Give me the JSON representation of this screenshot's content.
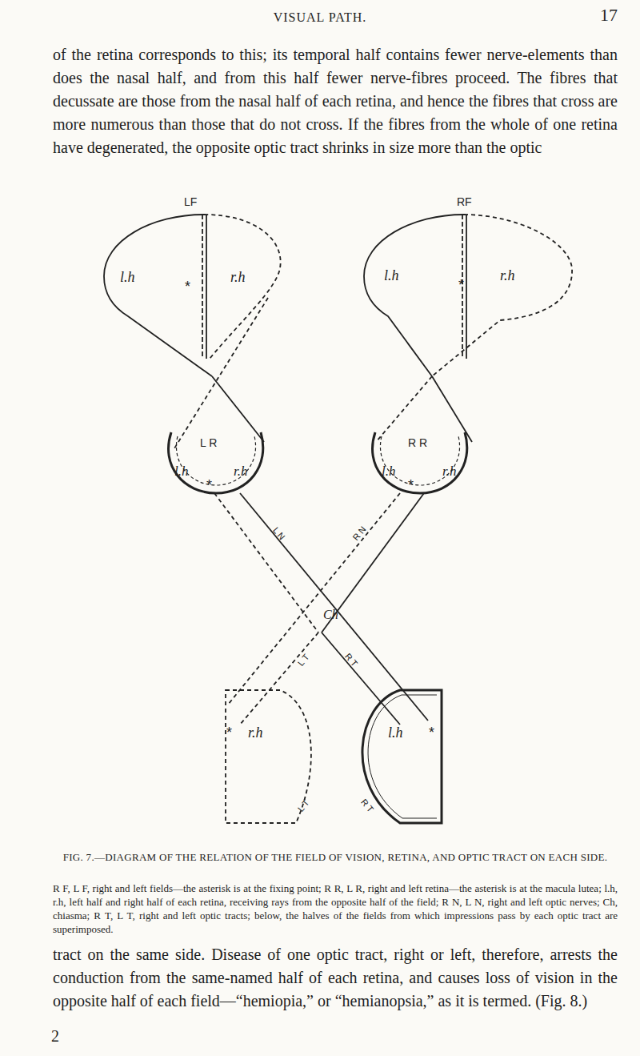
{
  "diagram": {
    "caption": "FIG. 7.—DIAGRAM OF THE RELATION OF THE FIELD OF VISION, RETINA, AND OPTIC TRACT ON EACH SIDE.",
    "nodes": [
      {
        "text": [
          "LF",
          "l.h",
          "r.h"
        ]
      },
      {
        "text": [
          "RF",
          "l.h",
          "r.h"
        ]
      },
      {
        "text": [
          "L R",
          "l.h",
          "r.h"
        ]
      },
      {
        "text": [
          "R R",
          "l.h",
          "r.h"
        ]
      },
      {
        "text": [
          "r.h"
        ]
      },
      {
        "text": [
          "l.h"
        ]
      }
    ],
    "labels": [
      "VISUAL PATH.",
      "17",
      "of the retina corresponds to this; its temporal half contains fewer nerve-elements than does the nasal half, and from this half fewer nerve-fibres proceed. The fibres that decussate are those from the nasal half of each retina, and hence the fibres that cross are more numerous than those that do not cross. If the fibres from the whole of one retina have degenerated, the opposite optic tract shrinks in size more than the optic",
      "Ch",
      "L N",
      "R N",
      "L T",
      "R T",
      "L T",
      "R T",
      "*",
      "*",
      "*",
      "*",
      "*",
      "*",
      "R F, L F, right and left fields—the asterisk is at the fixing point; R R, L R, right and left retina—the asterisk is at the macula lutea; l.h, r.h, left half and right half of each retina, receiving rays from the opposite half of the field; R N, L N, right and left optic nerves; Ch, chiasma; R T, L T, right and left optic tracts; below, the halves of the fields from which impressions pass by each optic tract are superimposed.",
      "tract on the same side. Disease of one optic tract, right or left, therefore, arrests the conduction from the same-named half of each retina, and causes loss of vision in the opposite half of each field—“hemiopia,” or “hemianopsia,” as it is termed. (Fig. 8.)",
      "2"
    ]
  }
}
